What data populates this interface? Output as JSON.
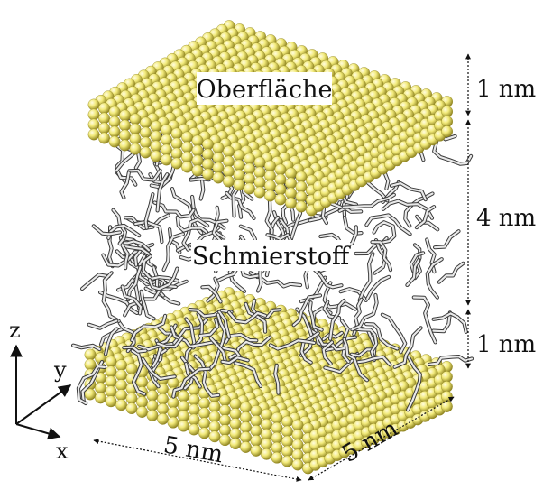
{
  "labels": {
    "surface": "Oberfläche",
    "lubricant": "Schmierstoff"
  },
  "dimensions": {
    "top_layer": "1 nm",
    "gap": "4 nm",
    "bottom_layer": "1 nm",
    "width_front": "5 nm",
    "width_side": "5 nm"
  },
  "axes": {
    "z": "z",
    "y": "y",
    "x": "x"
  },
  "colors": {
    "atom_fill": "#f2ea7a",
    "atom_shade": "#8f8420",
    "atom_highlight": "#fffce0",
    "molecule_light": "#e9e9e9",
    "molecule_dark": "#3a3a3a",
    "text": "#111111"
  }
}
